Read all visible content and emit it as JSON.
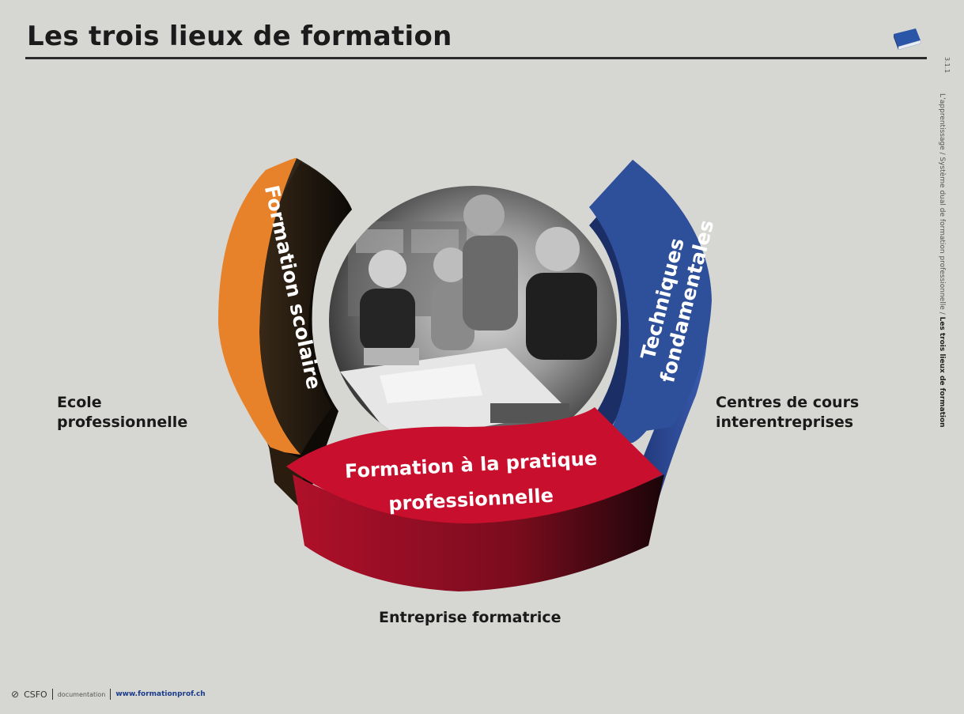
{
  "header": {
    "title": "Les trois lieux de formation",
    "icon": "book-icon"
  },
  "side": {
    "ref": "3.1.1",
    "path_prefix": "L’apprentissage / Système dual de formation professionnelle / ",
    "path_current": "Les trois lieux de formation"
  },
  "diagram": {
    "segments": {
      "left": "Formation scolaire",
      "right_line1": "Techniques",
      "right_line2": "fondamentales",
      "bottom_line1": "Formation à la pratique",
      "bottom_line2": "professionnelle"
    },
    "labels": {
      "ecole_line1": "Ecole",
      "ecole_line2": "professionnelle",
      "centres_line1": "Centres de cours",
      "centres_line2": "interentreprises",
      "entreprise": "Entreprise formatrice"
    },
    "colors": {
      "orange": "#e8822a",
      "blue": "#2e4f9a",
      "red": "#c8102e"
    },
    "photo_icon": "workshop-photo"
  },
  "footer": {
    "org": "CSFO",
    "section": "documentation",
    "url": "www.formationprof.ch"
  }
}
